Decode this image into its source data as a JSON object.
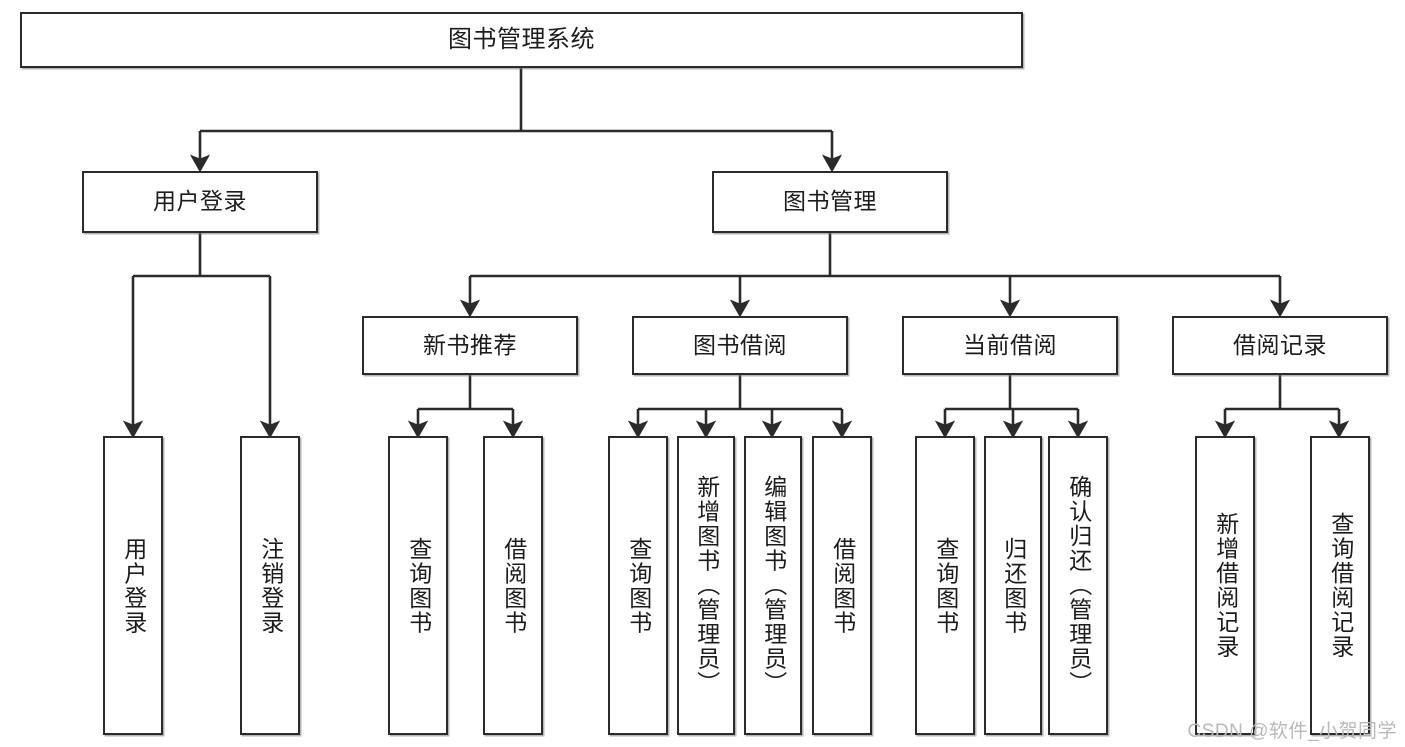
{
  "diagram": {
    "title": "图书管理系统",
    "type": "tree-hierarchy-diagram",
    "colors": {
      "box_border": "#2b2b2b",
      "box_fill": "#ffffff",
      "edge": "#2b2b2b",
      "text": "#1c1c1c",
      "watermark": "#b9b9b9"
    },
    "root": {
      "label": "图书管理系统"
    },
    "level2": [
      {
        "label": "用户登录"
      },
      {
        "label": "图书管理"
      }
    ],
    "level3": [
      {
        "label": "新书推荐"
      },
      {
        "label": "图书借阅"
      },
      {
        "label": "当前借阅"
      },
      {
        "label": "借阅记录"
      }
    ],
    "leaves": {
      "user_login": [
        {
          "label": "用户登录"
        },
        {
          "label": "注销登录"
        }
      ],
      "new_book_recommend": [
        {
          "label": "查询图书"
        },
        {
          "label": "借阅图书"
        }
      ],
      "book_borrow": [
        {
          "label": "查询图书"
        },
        {
          "label": "新增图书（管理员）"
        },
        {
          "label": "编辑图书（管理员）"
        },
        {
          "label": "借阅图书"
        }
      ],
      "current_borrow": [
        {
          "label": "查询图书"
        },
        {
          "label": "归还图书"
        },
        {
          "label": "确认归还（管理员）"
        }
      ],
      "borrow_record": [
        {
          "label": "新增借阅记录"
        },
        {
          "label": "查询借阅记录"
        }
      ]
    }
  },
  "watermark": {
    "text": "CSDN @软件_小贺同学"
  }
}
